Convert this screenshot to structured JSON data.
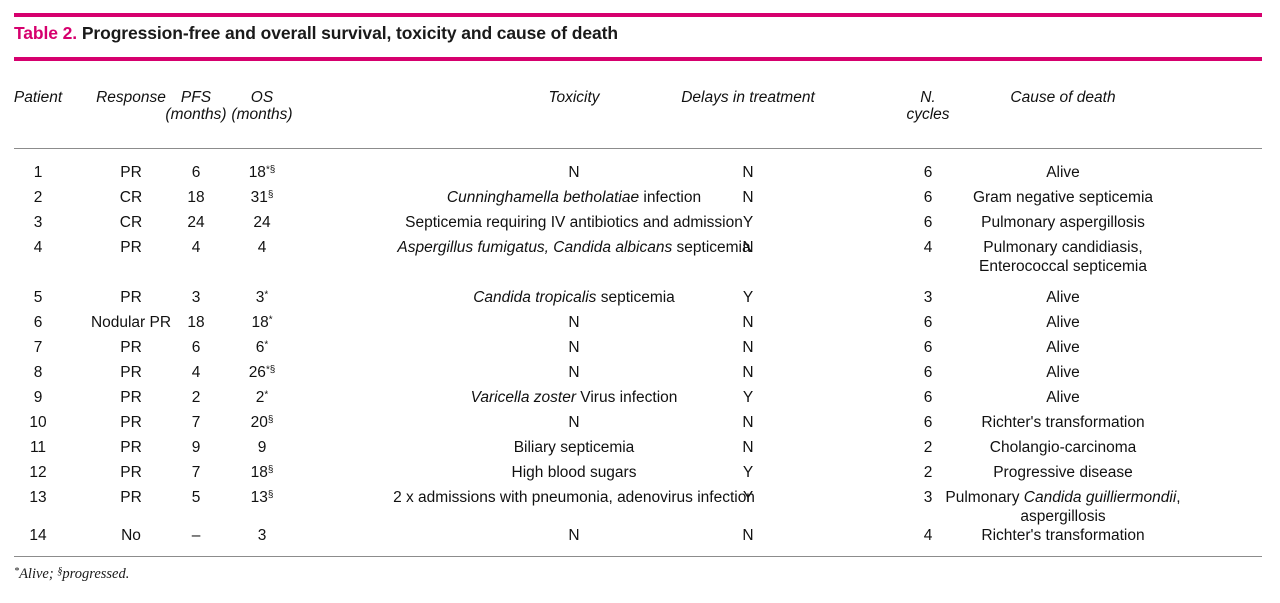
{
  "table": {
    "label": "Table 2.",
    "caption": "Progression-free and overall survival, toxicity and cause of death",
    "accent_color": "#d6006e",
    "rule_color": "#8c8c8c",
    "headers": {
      "patient": "Patient",
      "response": "Response",
      "pfs": "PFS",
      "pfs_unit": "(months)",
      "os": "OS",
      "os_unit": "(months)",
      "toxicity": "Toxicity",
      "delays": "Delays in treatment",
      "cycles_line1": "N.",
      "cycles_line2": "cycles",
      "cause": "Cause of death"
    },
    "rows": [
      {
        "patient": "1",
        "response": "PR",
        "pfs": "6",
        "os": "18",
        "os_sup": "*§",
        "toxicity": "N",
        "toxicity_italic": "",
        "toxicity_tail": "",
        "delays": "N",
        "cycles": "6",
        "cause": "Alive",
        "cause_line2": ""
      },
      {
        "patient": "2",
        "response": "CR",
        "pfs": "18",
        "os": "31",
        "os_sup": "§",
        "toxicity": "",
        "toxicity_italic": "Cunninghamella betholatiae",
        "toxicity_tail": " infection",
        "delays": "N",
        "cycles": "6",
        "cause": "Gram negative septicemia",
        "cause_line2": ""
      },
      {
        "patient": "3",
        "response": "CR",
        "pfs": "24",
        "os": "24",
        "os_sup": "",
        "toxicity": "Septicemia requiring IV antibiotics and admission",
        "toxicity_italic": "",
        "toxicity_tail": "",
        "delays": "Y",
        "cycles": "6",
        "cause": "Pulmonary aspergillosis",
        "cause_line2": ""
      },
      {
        "patient": "4",
        "response": "PR",
        "pfs": "4",
        "os": "4",
        "os_sup": "",
        "toxicity": "",
        "toxicity_italic": "Aspergillus fumigatus, Candida albicans",
        "toxicity_tail": " septicemia",
        "delays": "N",
        "cycles": "4",
        "cause": "Pulmonary candidiasis,",
        "cause_line2": "Enterococcal septicemia"
      },
      {
        "patient": "5",
        "response": "PR",
        "pfs": "3",
        "os": "3",
        "os_sup": "*",
        "toxicity": "",
        "toxicity_italic": "Candida tropicalis",
        "toxicity_tail": " septicemia",
        "delays": "Y",
        "cycles": "3",
        "cause": "Alive",
        "cause_line2": ""
      },
      {
        "patient": "6",
        "response": "Nodular PR",
        "pfs": "18",
        "os": "18",
        "os_sup": "*",
        "toxicity": "N",
        "toxicity_italic": "",
        "toxicity_tail": "",
        "delays": "N",
        "cycles": "6",
        "cause": "Alive",
        "cause_line2": ""
      },
      {
        "patient": "7",
        "response": "PR",
        "pfs": "6",
        "os": "6",
        "os_sup": "*",
        "toxicity": "N",
        "toxicity_italic": "",
        "toxicity_tail": "",
        "delays": "N",
        "cycles": "6",
        "cause": "Alive",
        "cause_line2": ""
      },
      {
        "patient": "8",
        "response": "PR",
        "pfs": "4",
        "os": "26",
        "os_sup": "*§",
        "toxicity": "N",
        "toxicity_italic": "",
        "toxicity_tail": "",
        "delays": "N",
        "cycles": "6",
        "cause": "Alive",
        "cause_line2": ""
      },
      {
        "patient": "9",
        "response": "PR",
        "pfs": "2",
        "os": "2",
        "os_sup": "*",
        "toxicity": "",
        "toxicity_italic": "Varicella zoster",
        "toxicity_tail": " Virus infection",
        "delays": "Y",
        "cycles": "6",
        "cause": "Alive",
        "cause_line2": ""
      },
      {
        "patient": "10",
        "response": "PR",
        "pfs": "7",
        "os": "20",
        "os_sup": "§",
        "toxicity": "N",
        "toxicity_italic": "",
        "toxicity_tail": "",
        "delays": "N",
        "cycles": "6",
        "cause": "Richter's transformation",
        "cause_line2": ""
      },
      {
        "patient": "11",
        "response": "PR",
        "pfs": "9",
        "os": "9",
        "os_sup": "",
        "toxicity": "Biliary septicemia",
        "toxicity_italic": "",
        "toxicity_tail": "",
        "delays": "N",
        "cycles": "2",
        "cause": "Cholangio-carcinoma",
        "cause_line2": ""
      },
      {
        "patient": "12",
        "response": "PR",
        "pfs": "7",
        "os": "18",
        "os_sup": "§",
        "toxicity": "High blood sugars",
        "toxicity_italic": "",
        "toxicity_tail": "",
        "delays": "Y",
        "cycles": "2",
        "cause": "Progressive disease",
        "cause_line2": ""
      },
      {
        "patient": "13",
        "response": "PR",
        "pfs": "5",
        "os": "13",
        "os_sup": "§",
        "toxicity": "2 x admissions with pneumonia, adenovirus infection",
        "toxicity_italic": "",
        "toxicity_tail": "",
        "delays": "Y",
        "cycles": "3",
        "cause_prefix": "Pulmonary ",
        "cause_italic": "Candida guilliermondii",
        "cause_suffix": ",",
        "cause": "",
        "cause_line2": "aspergillosis"
      },
      {
        "patient": "14",
        "response": "No",
        "pfs": "–",
        "os": "3",
        "os_sup": "",
        "toxicity": "N",
        "toxicity_italic": "",
        "toxicity_tail": "",
        "delays": "N",
        "cycles": "4",
        "cause": "Richter's transformation",
        "cause_line2": ""
      }
    ],
    "footnote": {
      "sup1": "*",
      "text1": "Alive; ",
      "sup2": "§",
      "text2": "progressed."
    }
  }
}
